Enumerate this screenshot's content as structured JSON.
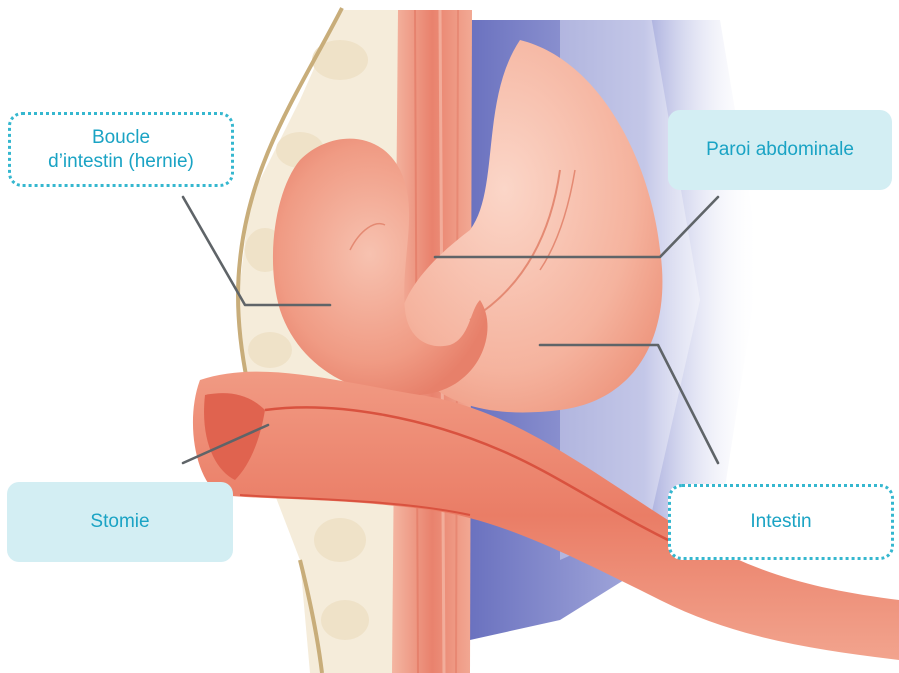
{
  "labels": {
    "boucle_line1": "Boucle",
    "boucle_line2": "d’intestin (hernie)",
    "paroi": "Paroi abdominale",
    "stomie": "Stomie",
    "intestin": "Intestin"
  },
  "colors": {
    "label_text": "#1aa3c4",
    "label_fill": "#d3eef3",
    "dotted_border": "#35b7cf",
    "leader_line": "#5f6468",
    "tissue_light": "#f6b8a4",
    "tissue_mid": "#ee8a73",
    "tissue_dark": "#e0634f",
    "fat": "#f4ead8",
    "skin_line": "#c8ad7a",
    "cavity_blue": "#6b72c4"
  }
}
